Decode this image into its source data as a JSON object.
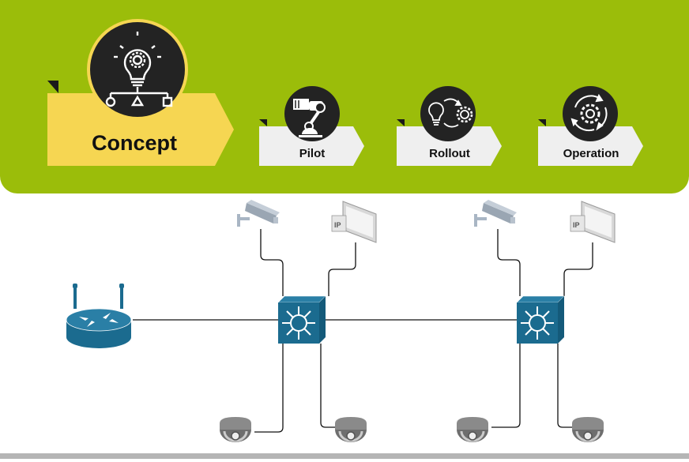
{
  "colors": {
    "banner": "#9bbd0a",
    "active_tab": "#f6d652",
    "inactive_tab": "#efefef",
    "icon_circle": "#222222",
    "network_blue": "#1b6b8f",
    "device_gray": "#9a9a9a"
  },
  "stages": [
    {
      "label": "Concept",
      "icon": "lightbulb-gear-flowchart-icon",
      "active": true
    },
    {
      "label": "Pilot",
      "icon": "robot-arm-icon",
      "active": false
    },
    {
      "label": "Rollout",
      "icon": "lightbulb-to-gear-icon",
      "active": false
    },
    {
      "label": "Operation",
      "icon": "gear-cycle-icon",
      "active": false
    }
  ],
  "network": {
    "router": "wireless-router-icon",
    "switches": [
      "layer3-switch-icon",
      "layer3-switch-icon"
    ],
    "devices_top": [
      "bullet-camera-icon",
      "ip-display-icon",
      "bullet-camera-icon",
      "ip-display-icon"
    ],
    "devices_bottom": [
      "dome-camera-icon",
      "dome-camera-icon",
      "dome-camera-icon",
      "dome-camera-icon"
    ],
    "ip_badge": "IP"
  }
}
